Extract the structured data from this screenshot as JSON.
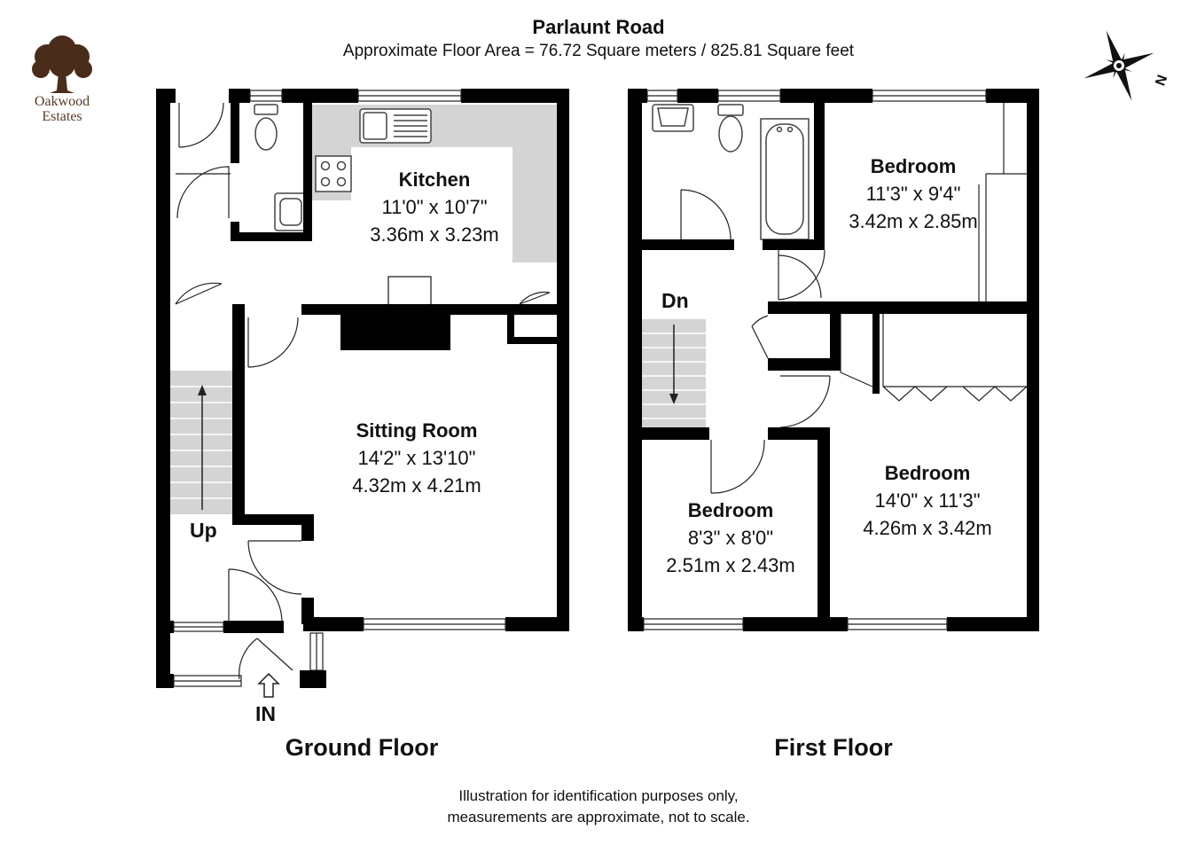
{
  "header": {
    "title": "Parlaunt Road",
    "subtitle": "Approximate Floor Area = 76.72 Square meters / 825.81 Square feet"
  },
  "logo": {
    "line1": "Oakwood",
    "line2": "Estates",
    "icon": "oak-tree-icon",
    "color": "#4a2c1a"
  },
  "compass": {
    "icon": "compass-rose-icon",
    "label": "N"
  },
  "ground_floor": {
    "label": "Ground Floor",
    "rooms": [
      {
        "name": "Kitchen",
        "imperial": "11'0\" x 10'7\"",
        "metric": "3.36m x 3.23m"
      },
      {
        "name": "Sitting Room",
        "imperial": "14'2\" x 13'10\"",
        "metric": "4.32m x 4.21m"
      }
    ],
    "stairs_label": "Up",
    "entrance_label": "IN"
  },
  "first_floor": {
    "label": "First Floor",
    "rooms": [
      {
        "name": "Bedroom",
        "imperial": "11'3\" x 9'4\"",
        "metric": "3.42m x 2.85m"
      },
      {
        "name": "Bedroom",
        "imperial": "8'3\" x 8'0\"",
        "metric": "2.51m x 2.43m"
      },
      {
        "name": "Bedroom",
        "imperial": "14'0\" x 11'3\"",
        "metric": "4.26m x 3.42m"
      }
    ],
    "stairs_label": "Dn"
  },
  "footer": {
    "line1": "Illustration for identification purposes only,",
    "line2": "measurements are approximate, not to scale."
  },
  "colors": {
    "wall": "#000000",
    "fitted_units": "#d4d4d4",
    "stairs": "#d4d4d4"
  }
}
